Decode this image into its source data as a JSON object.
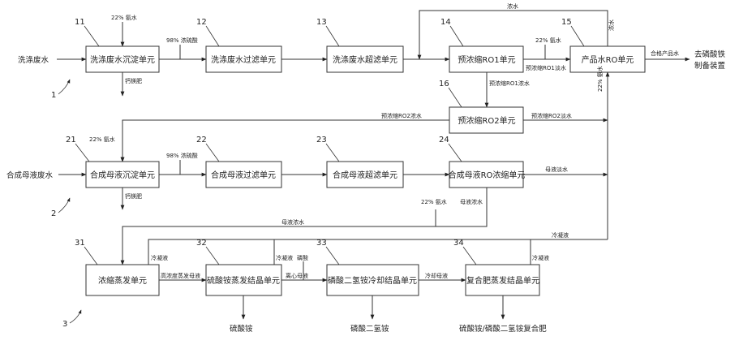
{
  "units": {
    "u11": {
      "num": "11",
      "label": "洗涤废水沉淀单元"
    },
    "u12": {
      "num": "12",
      "label": "洗涤废水过滤单元"
    },
    "u13": {
      "num": "13",
      "label": "洗涤废水超滤单元"
    },
    "u14": {
      "num": "14",
      "label": "预浓缩RO1单元"
    },
    "u15": {
      "num": "15",
      "label": "产品水RO单元"
    },
    "u16": {
      "num": "16",
      "label": "预浓缩RO2单元"
    },
    "u21": {
      "num": "21",
      "label": "合成母液沉淀单元"
    },
    "u22": {
      "num": "22",
      "label": "合成母液过滤单元"
    },
    "u23": {
      "num": "23",
      "label": "合成母液超滤单元"
    },
    "u24": {
      "num": "24",
      "label": "合成母液RO浓缩单元"
    },
    "u31": {
      "num": "31",
      "label": "浓缩蒸发单元"
    },
    "u32": {
      "num": "32",
      "label": "硫酸铵蒸发结晶单元"
    },
    "u33": {
      "num": "33",
      "label": "磷酸二氢铵冷却结晶单元"
    },
    "u34": {
      "num": "34",
      "label": "复合肥蒸发结晶单元"
    }
  },
  "systems": {
    "s1": "1",
    "s2": "2",
    "s3": "3"
  },
  "inputs": {
    "wash": "洗涤废水",
    "mother": "合成母液废水"
  },
  "outputs": {
    "dest1": "去磷酸铁",
    "dest2": "制备装置",
    "prod1": "硫酸铵",
    "prod2": "磷酸二氢铵",
    "prod3": "硫酸铵/磷酸二氢铵复合肥"
  },
  "labels": {
    "ammonia_11": "22% 氨水",
    "slag_11": "钙镁肥",
    "acid_12": "98% 浓硫酸",
    "conc_water": "浓水",
    "ammonia_14": "22% 氨水",
    "ro1_perm": "预浓缩RO1淡水",
    "ro1_conc": "预浓缩RO1浓水",
    "conc_15": "浓水",
    "product_water": "合格产品水",
    "ammonia_15": "22% 氨水",
    "ro2_conc": "预浓缩RO2浓水",
    "ro2_perm": "预浓缩RO2淡水",
    "ammonia_21": "22% 氨水",
    "slag_21": "钙镁肥",
    "acid_22": "98% 浓硫酸",
    "mother_perm": "母液淡水",
    "ammonia_24": "22% 氨水",
    "mother_conc_a": "母液浓水",
    "mother_conc_b": "母液浓水",
    "condensate_31": "冷凝液",
    "high_conc": "高浓度蒸发母液",
    "condensate_32": "冷凝液",
    "centrifuge": "离心母液",
    "phosphoric": "磷酸",
    "cool_mother": "冷却母液",
    "condensate_34": "冷凝液",
    "condensate_main": "冷凝液"
  }
}
